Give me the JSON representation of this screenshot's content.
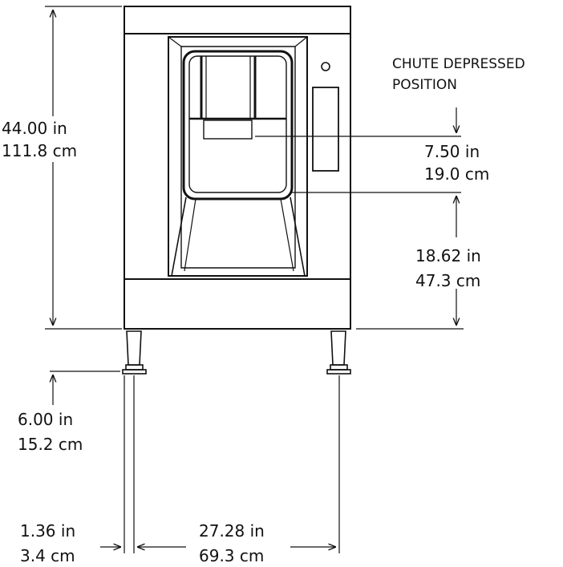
{
  "labels": {
    "chute_position": [
      "CHUTE DEPRESSED",
      "POSITION"
    ],
    "overall_height": [
      "44.00 in",
      "111.8 cm"
    ],
    "chute_height": [
      "7.50 in",
      "19.0 cm"
    ],
    "base_to_chute": [
      "18.62 in",
      "47.3 cm"
    ],
    "leg_height": [
      "6.00 in",
      "15.2 cm"
    ],
    "leg_offset": [
      "1.36 in",
      "3.4 cm"
    ],
    "leg_spacing": [
      "27.28 in",
      "69.3 cm"
    ]
  }
}
